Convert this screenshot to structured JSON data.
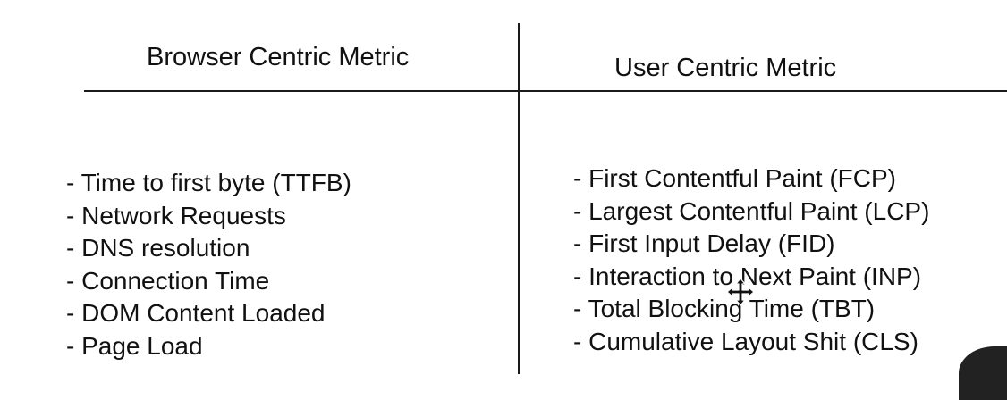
{
  "browser_centric": {
    "heading": "Browser Centric Metric",
    "items": [
      "- Time to first byte (TTFB)",
      "- Network Requests",
      "- DNS resolution",
      "- Connection Time",
      "- DOM Content Loaded",
      "- Page Load"
    ]
  },
  "user_centric": {
    "heading": "User Centric Metric",
    "items": [
      "- First Contentful Paint (FCP)",
      "- Largest Contentful Paint (LCP)",
      "- First Input Delay (FID)",
      "- Interaction to Next Paint (INP)",
      "- Total Blocking Time (TBT)",
      "- Cumulative Layout Shit (CLS)"
    ]
  },
  "cursor": {
    "icon": "move-cursor-icon"
  }
}
